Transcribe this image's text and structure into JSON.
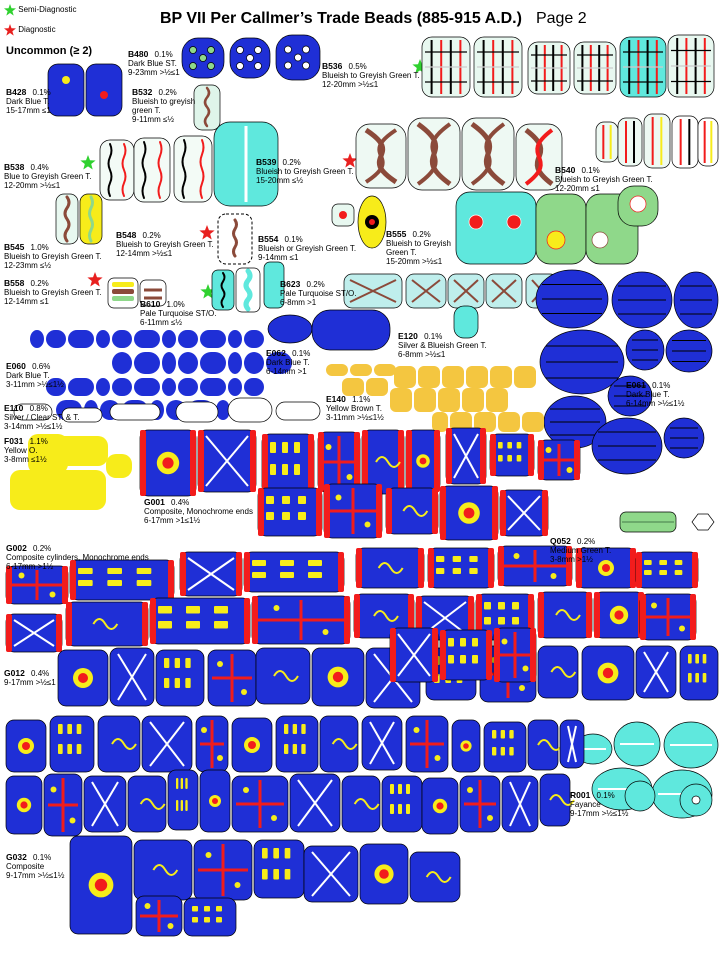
{
  "title": "BP VII Per Callmer’s Trade Beads (885-915 A.D.)",
  "page": "Page 2",
  "legend": {
    "semi": "Semi-Diagnostic",
    "diag": "Diagnostic"
  },
  "uncommon": "Uncommon (≥ 2)",
  "colors": {
    "blue": "#1f2fd6",
    "red": "#f21c1c",
    "yellow": "#f7ec1a",
    "green": "#8fd88a",
    "turq": "#5fe8dd",
    "star_red": "#e8201f",
    "star_green": "#2fd12f"
  },
  "labels": {
    "B480": {
      "code": "B480",
      "pct": "0.1%",
      "l1": "Dark Blue ST.",
      "l2": "9-23mm >½≤1"
    },
    "B428": {
      "code": "B428",
      "pct": "0.1%",
      "l1": "Dark Blue T.",
      "l2": "15-17mm ≤1"
    },
    "B532": {
      "code": "B532",
      "pct": "0.2%",
      "l1": "Blueish to greyish",
      "l2": "green T.",
      "l3": "9-11mm ≤½"
    },
    "B536": {
      "code": "B536",
      "pct": "0.5%",
      "l1": "Blueish to Greyish Green T.",
      "l2": "12-20mm >½≤1"
    },
    "B538": {
      "code": "B538",
      "pct": "0.4%",
      "l1": "Blue to Greyish Green T.",
      "l2": "12-20mm >½≤1"
    },
    "B539": {
      "code": "B539",
      "pct": "0.2%",
      "l1": "Blueish to Greyish Green T.",
      "l2": "15-20mm ≤½"
    },
    "B540": {
      "code": "B540",
      "pct": "0.1%",
      "l1": "Blueish to Greyish Green T.",
      "l2": "12-20mm ≤1"
    },
    "B545": {
      "code": "B545",
      "pct": "1.0%",
      "l1": "Blueish to Greyish Green T.",
      "l2": "12-23mm ≤½"
    },
    "B548": {
      "code": "B548",
      "pct": "0.2%",
      "l1": "Blueish to Greyish Green T.",
      "l2": "12-14mm >½≤1"
    },
    "B554": {
      "code": "B554",
      "pct": "0.1%",
      "l1": "Blueish or Greyish Green T.",
      "l2": "9-14mm ≤1"
    },
    "B555": {
      "code": "B555",
      "pct": "0.2%",
      "l1": "Blueish to Greyish",
      "l2": "Green T.",
      "l3": "15-20mm >½≤1"
    },
    "B558": {
      "code": "B558",
      "pct": "0.2%",
      "l1": "Blueish to Greyish Green T.",
      "l2": "12-14mm ≤1"
    },
    "B610": {
      "code": "B610",
      "pct": "1.0%",
      "l1": "Pale Turquoise ST/O.",
      "l2": "6-11mm ≤½"
    },
    "B623": {
      "code": "B623",
      "pct": "0.2%",
      "l1": "Pale Turquoise ST/O.",
      "l2": "6-8mm >1"
    },
    "E060": {
      "code": "E060",
      "pct": "0.6%",
      "l1": "Dark Blue T.",
      "l2": "3-11mm >½≤1½"
    },
    "E062": {
      "code": "E062",
      "pct": "0.1%",
      "l1": "Dark Blue T.",
      "l2": "6-14mm >1"
    },
    "E120": {
      "code": "E120",
      "pct": "0.1%",
      "l1": "Silver & Blueish Green T.",
      "l2": "6-8mm >½≤1"
    },
    "E140": {
      "code": "E140",
      "pct": "1.1%",
      "l1": "Yellow Brown T.",
      "l2": "3-11mm >½≤1½"
    },
    "E061": {
      "code": "E061",
      "pct": "0.1%",
      "l1": "Dark Blue T.",
      "l2": "6-14mm >½≤1½"
    },
    "E110": {
      "code": "E110",
      "pct": "0.8%",
      "l1": "Silver / Clear ST. & T.",
      "l2": "3-14mm >½≤1½"
    },
    "F031": {
      "code": "F031",
      "pct": "1.1%",
      "l1": "Yellow O.",
      "l2": "3-8mm ≤1½"
    },
    "G001": {
      "code": "G001",
      "pct": "0.4%",
      "l1": "Composite, Monochrome ends",
      "l2": "6-17mm >1≤1½"
    },
    "Q052": {
      "code": "Q052",
      "pct": "0.2%",
      "l1": "Medium Green T.",
      "l2": "3-8mm >1½"
    },
    "G002": {
      "code": "G002",
      "pct": "0.2%",
      "l1": "Composite cylinders, Monochrome ends",
      "l2": "6-17mm >1½"
    },
    "G012": {
      "code": "G012",
      "pct": "0.4%",
      "l1": "9-17mm >½≤1"
    },
    "R001": {
      "code": "R001",
      "pct": "0.1%",
      "l1": "Fayance",
      "l2": "9-17mm >½≤1½"
    },
    "G032": {
      "code": "G032",
      "pct": "0.1%",
      "l1": "Composite",
      "l2": "9-17mm >½≤1½"
    }
  }
}
